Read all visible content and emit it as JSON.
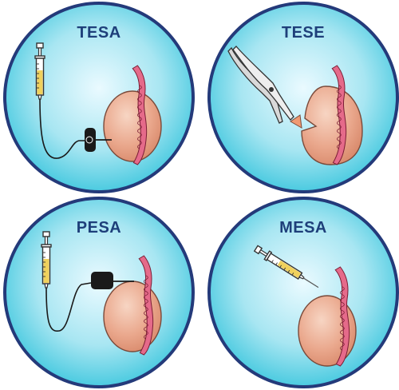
{
  "panels": [
    {
      "id": "tesa",
      "title": "TESA",
      "instrument": "syringe-with-needle-icon",
      "target": "testis"
    },
    {
      "id": "tese",
      "title": "TESE",
      "instrument": "surgical-scissors-icon",
      "target": "testis"
    },
    {
      "id": "pesa",
      "title": "PESA",
      "instrument": "syringe-with-needle-icon",
      "target": "epididymis"
    },
    {
      "id": "mesa",
      "title": "MESA",
      "instrument": "syringe-icon",
      "target": "epididymis"
    }
  ],
  "colors": {
    "circle_border": "#243a7a",
    "circle_fill_center": "#eafaff",
    "circle_fill_edge": "#35c4dc",
    "title": "#1e3f7a",
    "testis": "#e9a58c",
    "epididymis": "#e56a8a",
    "syringe_liquid": "#f0d15c",
    "clamp": "#1a1a1a"
  }
}
